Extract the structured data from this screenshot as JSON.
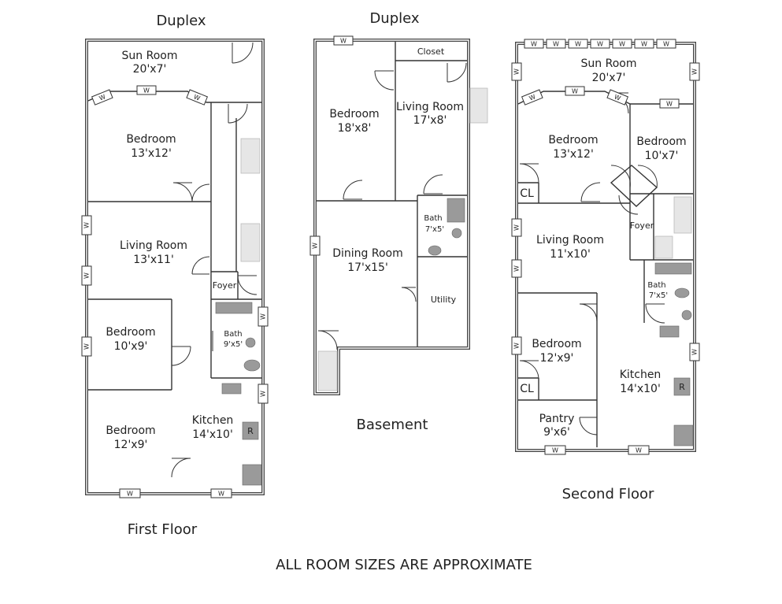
{
  "titles": {
    "left": "Duplex",
    "middle": "Duplex"
  },
  "floor_labels": {
    "first": "First Floor",
    "basement": "Basement",
    "second": "Second Floor"
  },
  "footer_note": "ALL ROOM SIZES ARE APPROXIMATE",
  "first_floor": {
    "sun_room": {
      "name": "Sun Room",
      "size": "20'x7'"
    },
    "bedroom_front": {
      "name": "Bedroom",
      "size": "13'x12'"
    },
    "living_room": {
      "name": "Living Room",
      "size": "13'x11'"
    },
    "bedroom_mid": {
      "name": "Bedroom",
      "size": "10'x9'"
    },
    "bedroom_rear": {
      "name": "Bedroom",
      "size": "12'x9'"
    },
    "foyer": {
      "name": "Foyer"
    },
    "bath": {
      "name": "Bath",
      "size": "9'x5'"
    },
    "kitchen": {
      "name": "Kitchen",
      "size": "14'x10'"
    },
    "fridge_label": "R"
  },
  "basement": {
    "closet": {
      "name": "Closet"
    },
    "bedroom": {
      "name": "Bedroom",
      "size": "18'x8'"
    },
    "living_room": {
      "name": "Living Room",
      "size": "17'x8'"
    },
    "bath": {
      "name": "Bath",
      "size": "7'x5'"
    },
    "dining_room": {
      "name": "Dining Room",
      "size": "17'x15'"
    },
    "utility": {
      "name": "Utility"
    }
  },
  "second_floor": {
    "sun_room": {
      "name": "Sun Room",
      "size": "20'x7'"
    },
    "bedroom_front": {
      "name": "Bedroom",
      "size": "13'x12'"
    },
    "bedroom_small": {
      "name": "Bedroom",
      "size": "10'x7'"
    },
    "closet_front": "CL",
    "foyer": {
      "name": "Foyer"
    },
    "living_room": {
      "name": "Living Room",
      "size": "11'x10'"
    },
    "bath": {
      "name": "Bath",
      "size": "7'x5'"
    },
    "bedroom_rear": {
      "name": "Bedroom",
      "size": "12'x9'"
    },
    "closet_rear": "CL",
    "kitchen": {
      "name": "Kitchen",
      "size": "14'x10'"
    },
    "fridge_label": "R",
    "pantry": {
      "name": "Pantry",
      "size": "9'x6'"
    }
  },
  "window_label": "W"
}
